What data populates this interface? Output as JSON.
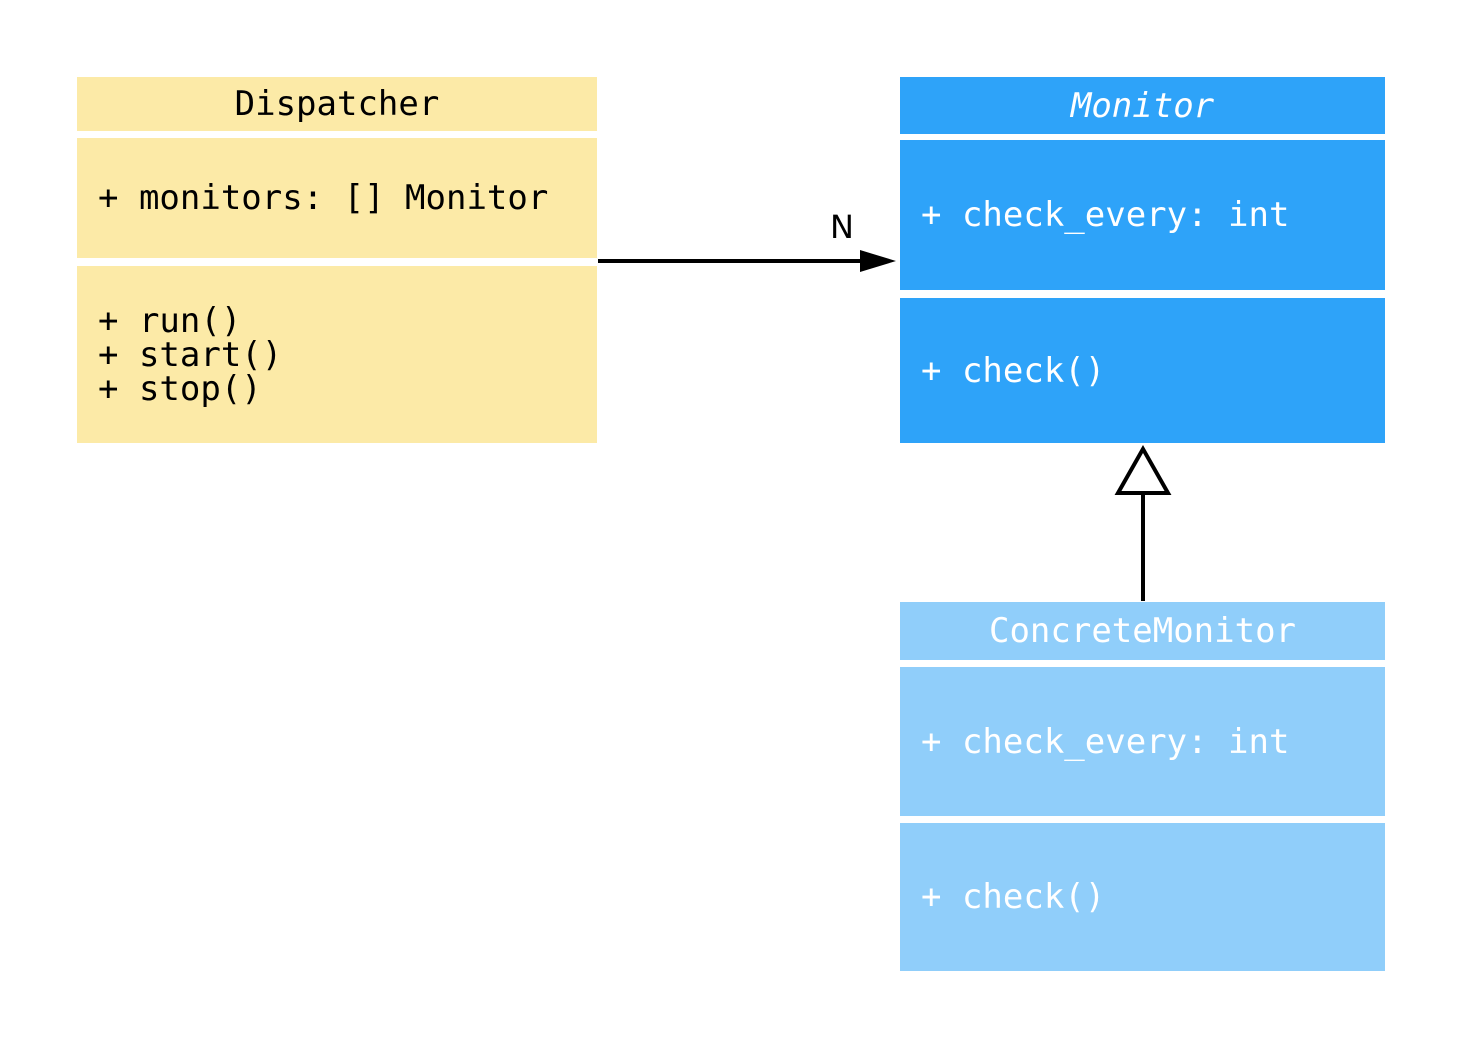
{
  "diagram": {
    "type": "uml-class-diagram",
    "background_color": "#ffffff",
    "connector_color": "#000000",
    "classes": [
      {
        "name": "Dispatcher",
        "abstract": false,
        "fill": "#FCEAA7",
        "text_color": "#000000",
        "attributes": [
          "+ monitors: [] Monitor"
        ],
        "methods": [
          "+ run()",
          "+ start()",
          "+ stop()"
        ]
      },
      {
        "name": "Monitor",
        "abstract": true,
        "fill": "#2EA3F9",
        "text_color": "#ffffff",
        "attributes": [
          "+ check_every: int"
        ],
        "methods": [
          "+ check()"
        ]
      },
      {
        "name": "ConcreteMonitor",
        "abstract": false,
        "fill": "#90CEFA",
        "text_color": "#ffffff",
        "attributes": [
          "+ check_every: int"
        ],
        "methods": [
          "+ check()"
        ]
      }
    ],
    "relations": [
      {
        "type": "association",
        "from": "Dispatcher",
        "to": "Monitor",
        "label": "N",
        "arrowhead": "filled"
      },
      {
        "type": "inheritance",
        "from": "ConcreteMonitor",
        "to": "Monitor",
        "label": "",
        "arrowhead": "hollow-triangle"
      }
    ]
  }
}
